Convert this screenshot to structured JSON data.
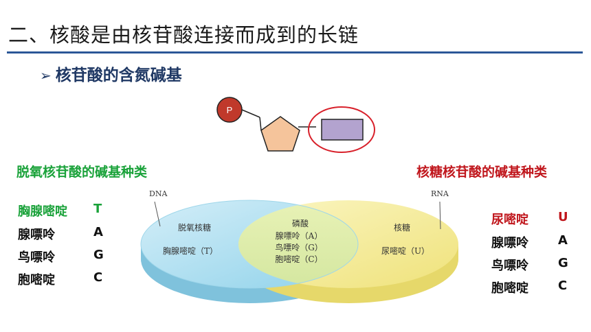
{
  "slide": {
    "title": "二、核酸是由核苷酸连接而成到的长链",
    "subtitle_marker": "➢",
    "subtitle": "核苷酸的含氮碱基"
  },
  "nucleotide": {
    "phosphate_label": "P",
    "colors": {
      "phosphate": "#c0392b",
      "sugar": "#f5c49b",
      "base": "#b3a3cf",
      "highlight_ring": "#d8202a"
    }
  },
  "dna_panel": {
    "heading": "脱氧核苷酸的碱基种类",
    "bases": [
      {
        "name": "胸腺嘧啶",
        "abbr": "T"
      },
      {
        "name": "腺嘌呤",
        "abbr": "A"
      },
      {
        "name": "鸟嘌呤",
        "abbr": "G"
      },
      {
        "name": "胞嘧啶",
        "abbr": "C"
      }
    ]
  },
  "rna_panel": {
    "heading": "核糖核苷酸的碱基种类",
    "bases": [
      {
        "name": "尿嘧啶",
        "abbr": "U"
      },
      {
        "name": "腺嘌呤",
        "abbr": "A"
      },
      {
        "name": "鸟嘌呤",
        "abbr": "G"
      },
      {
        "name": "胞嘧啶",
        "abbr": "C"
      }
    ]
  },
  "venn": {
    "dna_tag": "DNA",
    "rna_tag": "RNA",
    "left_sugar": "脱氧核糖",
    "left_base": "胸腺嘧啶（T）",
    "center_title": "磷酸",
    "center_bases": [
      "腺嘌呤（A）",
      "鸟嘌呤（G）",
      "胞嘧啶（C）"
    ],
    "right_sugar": "核糖",
    "right_base": "尿嘧啶（U）",
    "colors": {
      "dna": "#a6dcef",
      "rna": "#f3ec9a"
    }
  }
}
